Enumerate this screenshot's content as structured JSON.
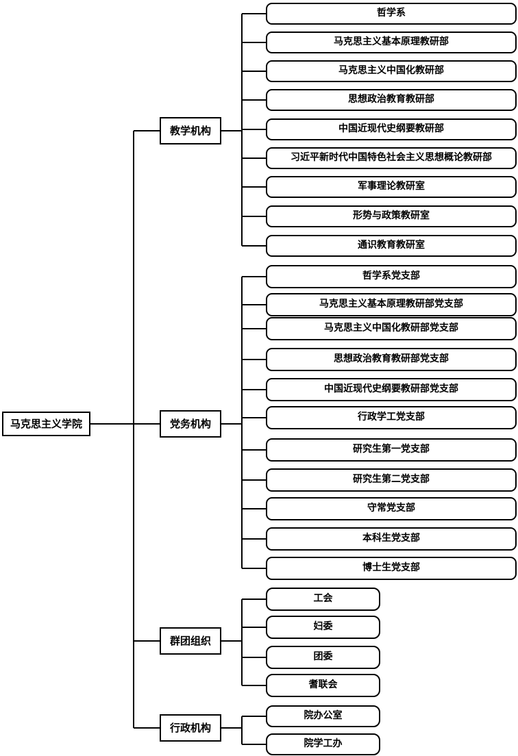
{
  "diagram": {
    "title": "organization-chart",
    "root": {
      "label": "马克思主义学院"
    },
    "groups": [
      {
        "label": "教学机构",
        "children": [
          "哲学系",
          "马克思主义基本原理教研部",
          "马克思主义中国化教研部",
          "思想政治教育教研部",
          "中国近现代史纲要教研部",
          "习近平新时代中国特色社会主义思想概论教研部",
          "军事理论教研室",
          "形势与政策教研室",
          "通识教育教研室"
        ]
      },
      {
        "label": "党务机构",
        "children": [
          "哲学系党支部",
          "马克思主义基本原理教研部党支部",
          "马克思主义中国化教研部党支部",
          "思想政治教育教研部党支部",
          "中国近现代史纲要教研部党支部",
          "行政学工党支部",
          "研究生第一党支部",
          "研究生第二党支部",
          "守常党支部",
          "本科生党支部",
          "博士生党支部"
        ]
      },
      {
        "label": "群团组织",
        "children": [
          "工会",
          "妇委",
          "团委",
          "耆联会"
        ]
      },
      {
        "label": "行政机构",
        "children": [
          "院办公室",
          "院学工办"
        ]
      }
    ]
  },
  "colors": {
    "line": "#000000",
    "box_border": "#000000",
    "box_fill": "#ffffff",
    "text": "#000000"
  }
}
